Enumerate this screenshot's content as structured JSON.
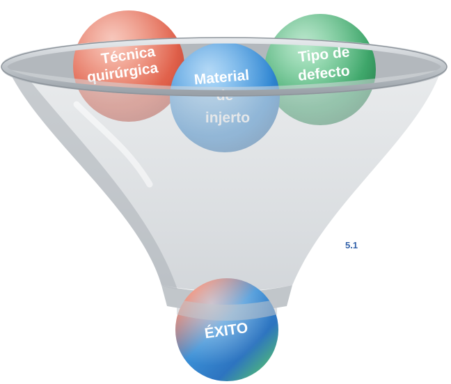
{
  "diagram": {
    "balls": [
      {
        "id": "tecnica",
        "lines": [
          "Técnica",
          "quirúrgica"
        ],
        "color": "#e4694f"
      },
      {
        "id": "material",
        "lines": [
          "Material",
          "de",
          "injerto"
        ],
        "color": "#3a8fd6"
      },
      {
        "id": "defecto",
        "lines": [
          "Tipo de",
          "defecto"
        ],
        "color": "#43a86e"
      }
    ],
    "result": {
      "label": "ÉXITO"
    },
    "figure_number": "5.1",
    "colors": {
      "funnel": "#c9ced3",
      "figure_label": "#2f5fa8"
    }
  }
}
